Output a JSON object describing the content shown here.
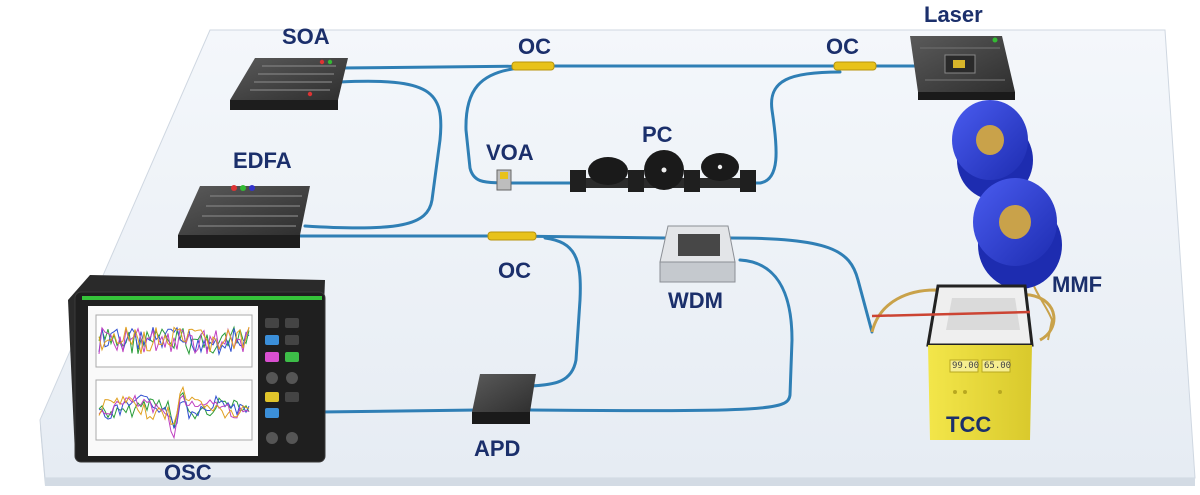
{
  "labels": {
    "soa": "SOA",
    "oc_top_left": "OC",
    "oc_top_right": "OC",
    "laser": "Laser",
    "voa": "VOA",
    "pc": "PC",
    "edfa": "EDFA",
    "oc_middle": "OC",
    "wdm": "WDM",
    "mmf": "MMF",
    "tcc": "TCC",
    "apd": "APD",
    "osc": "OSC"
  },
  "tcc_readout": {
    "left": "99.00",
    "right": "65.00"
  },
  "colors": {
    "label": "#1b2f6b",
    "fiber": "#2f7fb5",
    "coupler": "#e8c21a",
    "device_dark": "#2b2b2b",
    "spool": "#2c3fd6",
    "tcc_body": "#e9dc3a",
    "table": "#edf2f7"
  }
}
